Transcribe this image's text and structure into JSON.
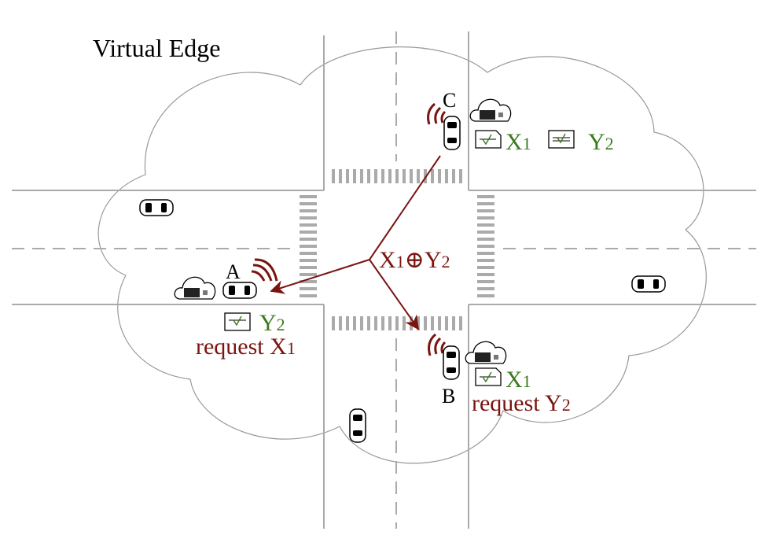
{
  "title": "Virtual Edge",
  "vehicles": {
    "A": {
      "label": "A",
      "has": {
        "name": "Y",
        "sub": "2"
      },
      "request": {
        "prefix": "request ",
        "name": "X",
        "sub": "1"
      }
    },
    "B": {
      "label": "B",
      "has": {
        "name": "X",
        "sub": "1"
      },
      "request": {
        "prefix": "request ",
        "name": "Y",
        "sub": "2"
      }
    },
    "C": {
      "label": "C",
      "has1": {
        "name": "X",
        "sub": "1"
      },
      "has2": {
        "name": "Y",
        "sub": "2"
      }
    }
  },
  "coded": {
    "a": "X",
    "a_sub": "1",
    "op": "⊕",
    "b": "Y",
    "b_sub": "2"
  },
  "colors": {
    "green": "#3a7a1e",
    "red": "#7a1410",
    "road": "#aaaaaa"
  }
}
